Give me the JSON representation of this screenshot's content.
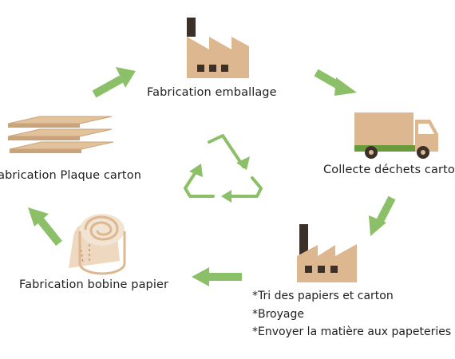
{
  "labels": {
    "emballage": "Fabrication emballage",
    "collecte": "Collecte déchets carton",
    "plaque": "Fabrication Plaque carton",
    "bobine": "Fabrication bobine papier"
  },
  "process_steps": [
    "*Tri des papiers et carton",
    "*Broyage",
    "*Envoyer la matière aux papeteries"
  ],
  "colors": {
    "arrow_green": "#8cc068",
    "factory_tan": "#dcb790",
    "factory_chimney": "#3b3129",
    "truck_tan": "#dcb790",
    "truck_stripe": "#6a9a3c",
    "recycle_green": "#8cc068",
    "cardboard": "#dcb790"
  },
  "icons": [
    "factory-icon",
    "truck-icon",
    "recycle-icon",
    "cardboard-sheets-icon",
    "paper-roll-icon",
    "arrow-icon"
  ]
}
